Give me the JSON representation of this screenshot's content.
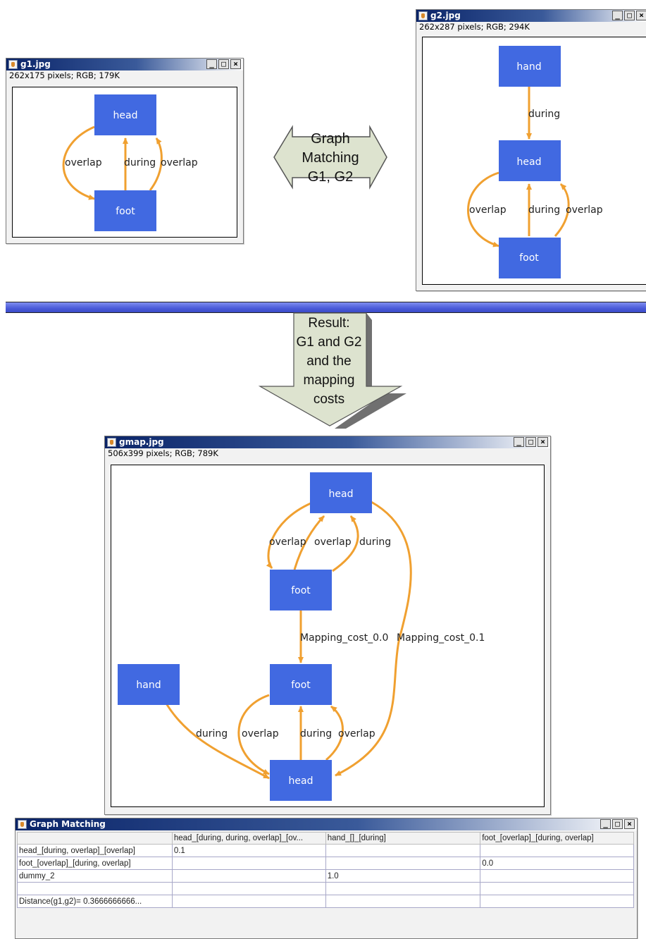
{
  "g1_window": {
    "title": "g1.jpg",
    "info": "262x175 pixels; RGB; 179K",
    "nodes": {
      "head": "head",
      "foot": "foot"
    },
    "edges": {
      "overlap_left": "overlap",
      "during": "during",
      "overlap_right": "overlap"
    }
  },
  "g2_window": {
    "title": "g2.jpg",
    "info": "262x287 pixels; RGB; 294K",
    "nodes": {
      "hand": "hand",
      "head": "head",
      "foot": "foot"
    },
    "edges": {
      "during_top": "during",
      "overlap_left": "overlap",
      "during": "during",
      "overlap_right": "overlap"
    }
  },
  "matching_arrow": {
    "line1": "Graph",
    "line2": "Matching",
    "line3": "G1, G2"
  },
  "result_arrow": {
    "line1": "Result:",
    "line2": "G1 and G2",
    "line3": "and the",
    "line4": "mapping",
    "line5": "costs"
  },
  "gmap_window": {
    "title": "gmap.jpg",
    "info": "506x399 pixels; RGB; 789K",
    "nodes": {
      "head_top": "head",
      "foot_top": "foot",
      "hand": "hand",
      "foot_bottom": "foot",
      "head_bottom": "head"
    },
    "edges": {
      "overlap_a": "overlap",
      "overlap_b": "overlap",
      "during_a": "during",
      "mapping_cost_0": "Mapping_cost_0.0",
      "mapping_cost_1": "Mapping_cost_0.1",
      "during_hand": "during",
      "overlap_c": "overlap",
      "during_b": "during",
      "overlap_d": "overlap"
    }
  },
  "graph_matching_window": {
    "title": "Graph Matching",
    "header": [
      "",
      "head_[during, during, overlap]_[ov...",
      "hand_[]_[during]",
      "foot_[overlap]_[during, overlap]"
    ],
    "rows": [
      [
        "head_[during, overlap]_[overlap]",
        "0.1",
        "",
        ""
      ],
      [
        "foot_[overlap]_[during, overlap]",
        "",
        "",
        "0.0"
      ],
      [
        "dummy_2",
        "",
        "1.0",
        ""
      ],
      [
        "",
        "",
        "",
        ""
      ],
      [
        "Distance(g1,g2)=  0.3666666666...",
        "",
        "",
        ""
      ]
    ]
  },
  "colors": {
    "node": "#4169e1",
    "edge": "#f0a030",
    "titlebar": "#0a2468",
    "arrow_fill": "#dde3cf",
    "divider": "#5566dd"
  },
  "icons": {
    "window_icon": "java-cup-icon",
    "minimize": "minimize-icon",
    "maximize": "maximize-icon",
    "close": "close-icon"
  }
}
